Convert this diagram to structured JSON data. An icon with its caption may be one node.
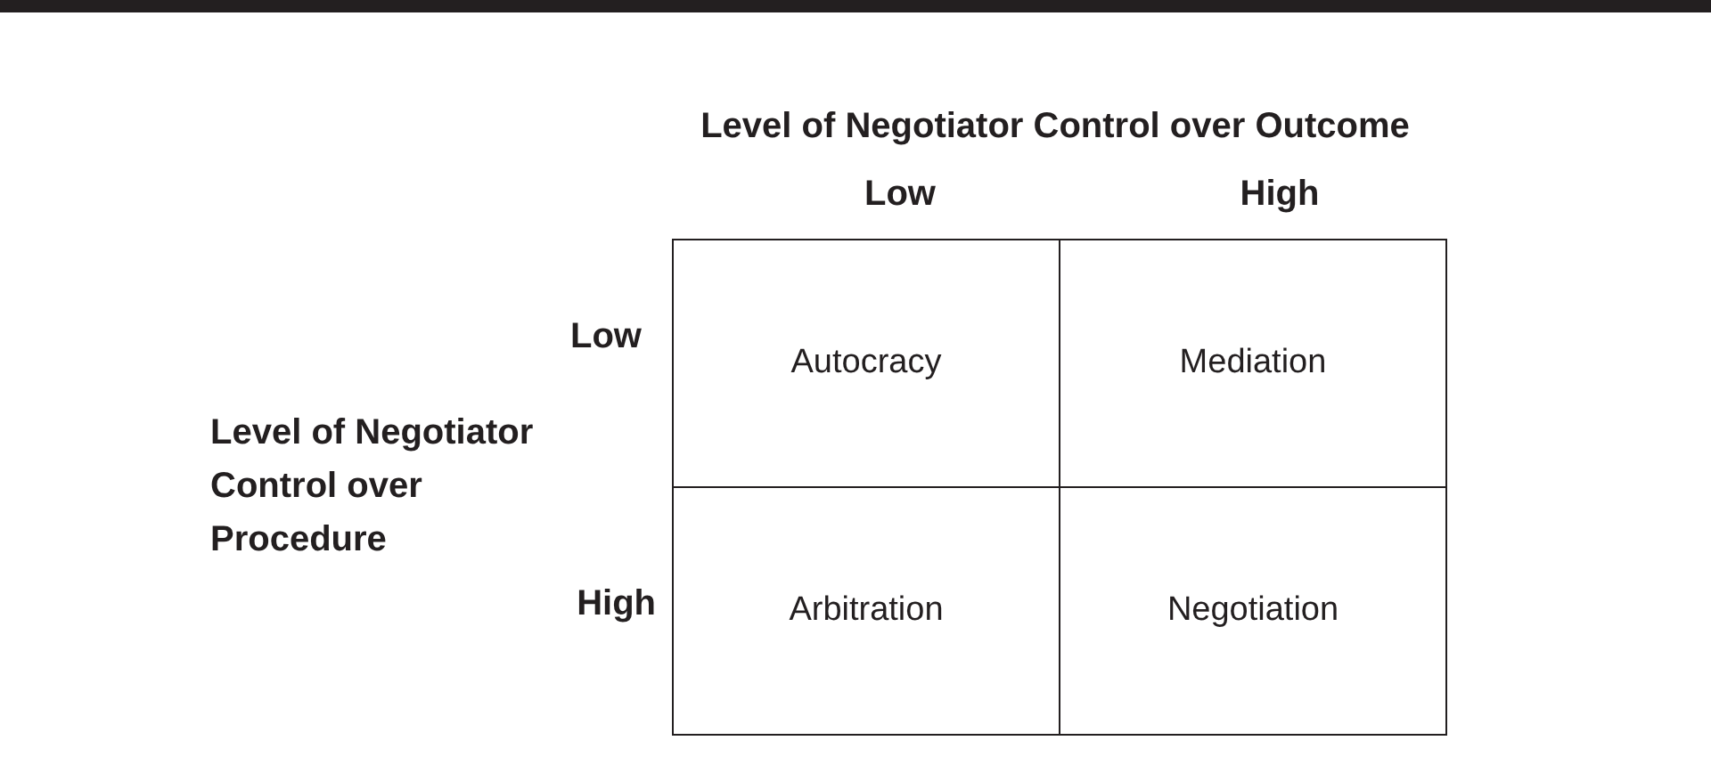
{
  "diagram": {
    "title": "Level of Negotiator Control over Outcome",
    "nodes": [
      {
        "text": [
          "Autocracy"
        ]
      },
      {
        "text": [
          "Mediation"
        ]
      },
      {
        "text": [
          "Arbitration"
        ]
      },
      {
        "text": [
          "Negotiation"
        ]
      }
    ],
    "labels": [
      "Low",
      "High",
      "Low",
      "High",
      "Level of Negotiator Control over Procedure"
    ]
  }
}
